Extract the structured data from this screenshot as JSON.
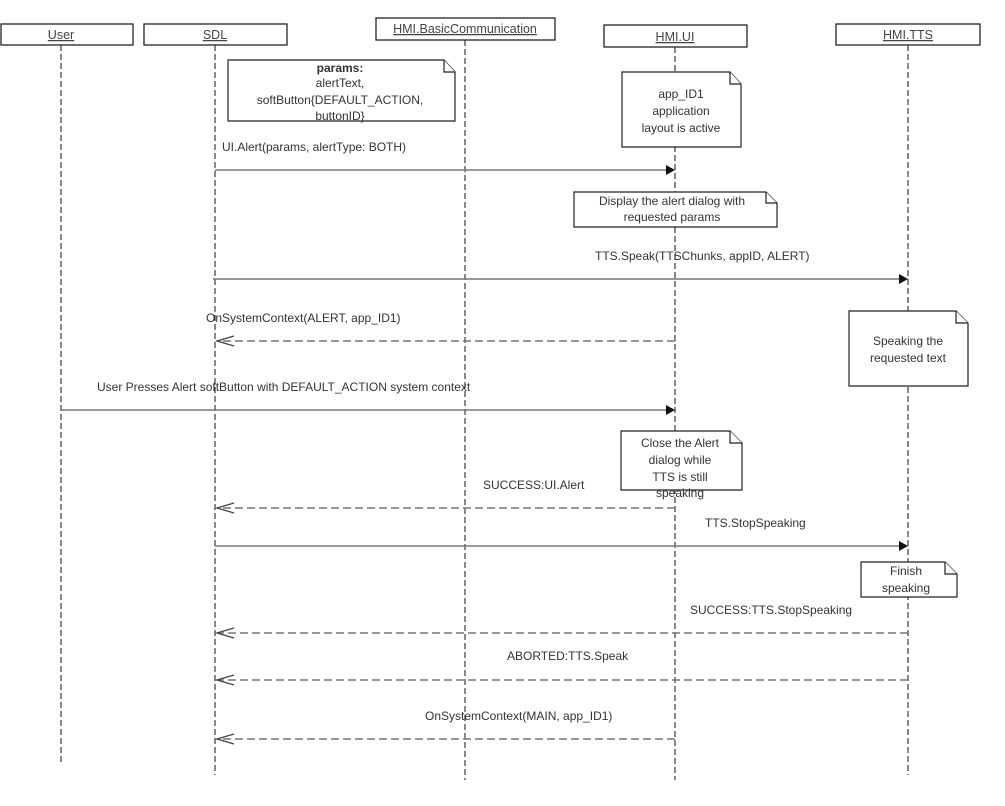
{
  "diagram": {
    "type": "sequence",
    "participants": [
      {
        "id": "user",
        "label": "User"
      },
      {
        "id": "sdl",
        "label": "SDL"
      },
      {
        "id": "bc",
        "label": "HMI.BasicCommunication"
      },
      {
        "id": "ui",
        "label": "HMI.UI"
      },
      {
        "id": "tts",
        "label": "HMI.TTS"
      }
    ],
    "notes": [
      {
        "id": "params-note",
        "lines": [
          "params:",
          "alertText,",
          "softButton{DEFAULT_ACTION,",
          "buttonID}"
        ],
        "bold_first": true
      },
      {
        "id": "app-active-note",
        "lines": [
          "app_ID1",
          "application",
          "layout is active"
        ]
      },
      {
        "id": "display-alert-note",
        "lines": [
          "Display the alert dialog with",
          "requested params"
        ]
      },
      {
        "id": "speaking-note",
        "lines": [
          "Speaking the",
          "requested text"
        ]
      },
      {
        "id": "close-alert-note",
        "lines": [
          "Close the Alert",
          "dialog while",
          "TTS is still",
          "speaking"
        ]
      },
      {
        "id": "finish-speaking-note",
        "lines": [
          "Finish",
          "speaking"
        ]
      }
    ],
    "messages": [
      {
        "from": "sdl",
        "to": "ui",
        "label": "UI.Alert(params, alertType: BOTH)",
        "style": "solid"
      },
      {
        "from": "sdl",
        "to": "tts",
        "label": "TTS.Speak(TTSChunks, appID, ALERT)",
        "style": "solid"
      },
      {
        "from": "ui",
        "to": "sdl",
        "label": "OnSystemContext(ALERT, app_ID1)",
        "style": "dashed"
      },
      {
        "from": "user",
        "to": "ui",
        "label": "User Presses Alert softButton with DEFAULT_ACTION system context",
        "style": "solid"
      },
      {
        "from": "ui",
        "to": "sdl",
        "label": "SUCCESS:UI.Alert",
        "style": "dashed"
      },
      {
        "from": "sdl",
        "to": "tts",
        "label": "TTS.StopSpeaking",
        "style": "solid"
      },
      {
        "from": "tts",
        "to": "sdl",
        "label": "SUCCESS:TTS.StopSpeaking",
        "style": "dashed"
      },
      {
        "from": "tts",
        "to": "sdl",
        "label": "ABORTED:TTS.Speak",
        "style": "dashed"
      },
      {
        "from": "ui",
        "to": "sdl",
        "label": "OnSystemContext(MAIN, app_ID1)",
        "style": "dashed"
      }
    ]
  }
}
